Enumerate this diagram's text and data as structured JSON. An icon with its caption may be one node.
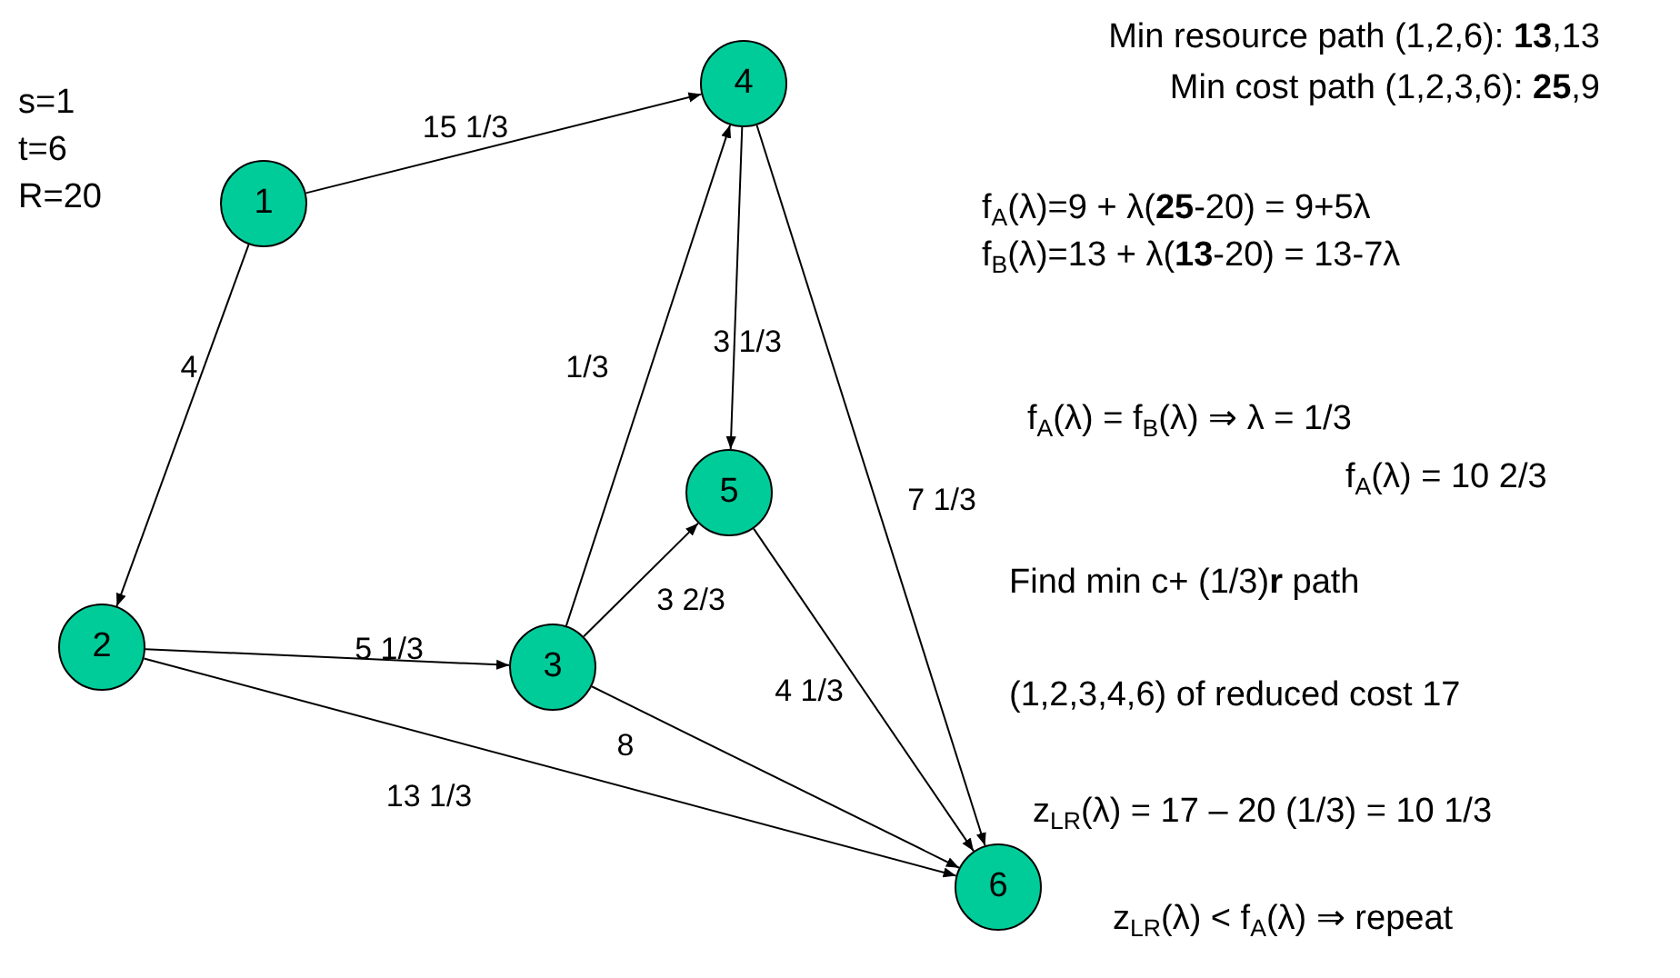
{
  "diagram": {
    "nodes": [
      {
        "text": [
          "1"
        ]
      },
      {
        "text": [
          "4"
        ]
      },
      {
        "text": [
          "2"
        ]
      },
      {
        "text": [
          "3"
        ]
      },
      {
        "text": [
          "5"
        ]
      },
      {
        "text": [
          "6"
        ]
      }
    ],
    "edges": [
      {
        "from": 0,
        "to": 1,
        "arrow": "to",
        "label": "15 1/3"
      },
      {
        "from": 0,
        "to": 2,
        "arrow": "to",
        "label": "4"
      },
      {
        "from": 3,
        "to": 1,
        "arrow": "to",
        "label": "1/3"
      },
      {
        "from": 1,
        "to": 4,
        "arrow": "to",
        "label": "3 1/3"
      },
      {
        "from": 1,
        "to": 5,
        "arrow": "to",
        "label": "7 1/3"
      },
      {
        "from": 2,
        "to": 3,
        "arrow": "to",
        "label": "5 1/3"
      },
      {
        "from": 3,
        "to": 4,
        "arrow": "to",
        "label": "3 2/3"
      },
      {
        "from": 4,
        "to": 5,
        "arrow": "to",
        "label": "4 1/3"
      },
      {
        "from": 3,
        "to": 5,
        "arrow": "to",
        "label": "8"
      },
      {
        "from": 2,
        "to": 5,
        "arrow": "to",
        "label": "13 1/3"
      }
    ],
    "labels": [
      "s=1",
      "t=6",
      "R=20",
      "Min resource path (1,2,6): **13**,13",
      "Min cost path (1,2,3,6): **25**,9",
      "f$_{A}$(λ)=9 + λ(**25**-20) = 9+5λ",
      "f$_{B}$(λ)=13 + λ(**13**-20) = 13-7λ",
      "f$_{A}$(λ) = f$_{B}$(λ) ⇒ λ = 1/3",
      "f$_{A}$(λ) = 10 2/3",
      "Find min c+ (1/3)**r** path",
      "(1,2,3,4,6) of reduced cost 17",
      "z$_{LR}$(λ) = 17 – 20 (1/3) = 10 1/3",
      "z$_{LR}$(λ) < f$_{A}$(λ) ⇒ repeat"
    ]
  }
}
